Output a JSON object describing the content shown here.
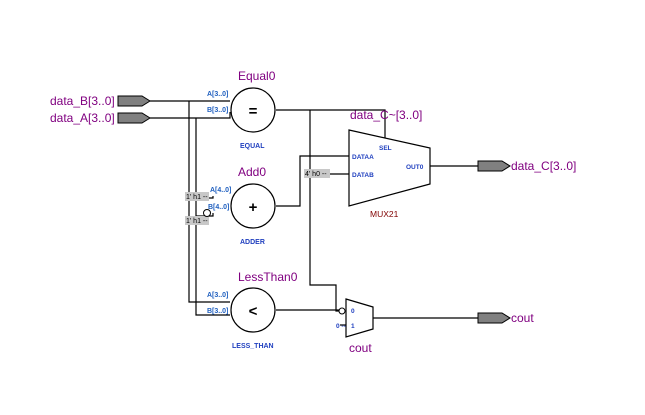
{
  "pins": {
    "data_B": "data_B[3..0]",
    "data_A": "data_A[3..0]",
    "data_C": "data_C[3..0]",
    "cout": "cout"
  },
  "nodes": {
    "equal": {
      "name": "Equal0",
      "symbol": "=",
      "type": "EQUAL",
      "port_a": "A[3..0]",
      "port_b": "B[3..0]"
    },
    "add": {
      "name": "Add0",
      "symbol": "+",
      "type": "ADDER",
      "port_a": "A[4..0]",
      "port_b": "B[4..0]",
      "const_a": "1' h1 --",
      "const_b": "1' h1 --"
    },
    "lessthan": {
      "name": "LessThan0",
      "symbol": "<",
      "type": "LESS_THAN",
      "port_a": "A[3..0]",
      "port_b": "B[3..0]"
    },
    "mux21": {
      "name": "data_C~[3..0]",
      "type": "MUX21",
      "sel": "SEL",
      "dataa": "DATAA",
      "datab": "DATAB",
      "out": "OUT0",
      "const": "4' h0 --"
    },
    "cout_mux": {
      "name": "cout",
      "in0": "0",
      "in1": "1",
      "const": "0 --"
    }
  }
}
